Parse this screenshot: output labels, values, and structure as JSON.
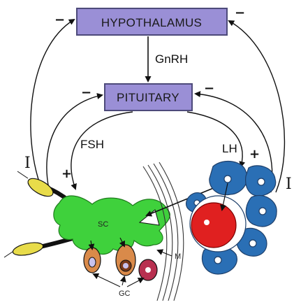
{
  "diagram": {
    "boxes": {
      "hypothalamus": "HYPOTHALAMUS",
      "pituitary": "PITUITARY"
    },
    "labels": {
      "gnrh": "GnRH",
      "fsh": "FSH",
      "lh": "LH",
      "roman_left": "I",
      "roman_right": "I",
      "sc": "SC",
      "m": "M",
      "gc": "GC"
    },
    "signs": {
      "minus": "−",
      "plus": "+"
    },
    "colors": {
      "box_fill": "#9a8fd6",
      "box_stroke": "#4d4a7a",
      "sertoli_green": "#3fd13c",
      "leydig_blue": "#2a6fb5",
      "egg_red": "#e02020",
      "sperm_yellow": "#e8dc4a",
      "germ_orange": "#d98a4a"
    }
  }
}
